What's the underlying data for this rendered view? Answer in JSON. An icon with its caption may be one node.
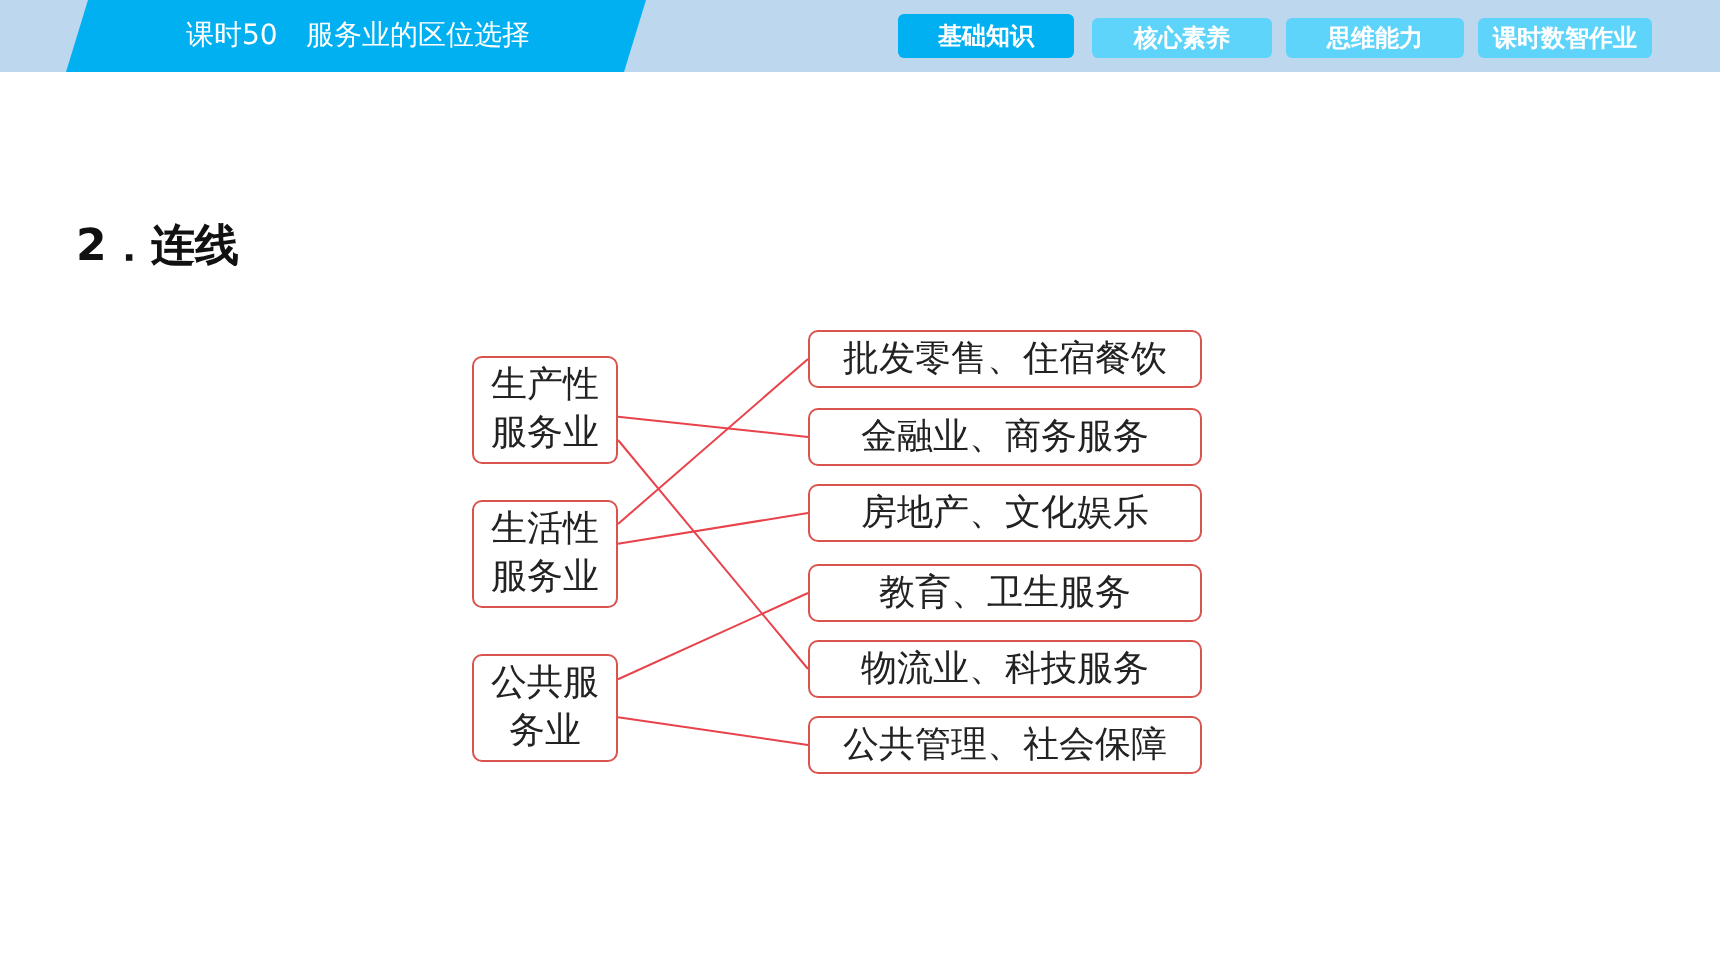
{
  "diagram": {
    "title": "2．连线",
    "nodes": [
      {
        "text": [
          "生产性服务业"
        ]
      },
      {
        "text": [
          "生活性服务业"
        ]
      },
      {
        "text": [
          "公共服务业"
        ]
      },
      {
        "text": [
          "批发零售、住宿餐饮"
        ]
      },
      {
        "text": [
          "金融业、商务服务"
        ]
      },
      {
        "text": [
          "房地产、文化娱乐"
        ]
      },
      {
        "text": [
          "教育、卫生服务"
        ]
      },
      {
        "text": [
          "物流业、科技服务"
        ]
      },
      {
        "text": [
          "公共管理、社会保障"
        ]
      }
    ],
    "edges": [
      {
        "from": 0,
        "to": 4,
        "arrow": "none"
      },
      {
        "from": 0,
        "to": 7,
        "arrow": "none"
      },
      {
        "from": 1,
        "to": 3,
        "arrow": "none"
      },
      {
        "from": 1,
        "to": 5,
        "arrow": "none"
      },
      {
        "from": 2,
        "to": 6,
        "arrow": "none"
      },
      {
        "from": 2,
        "to": 8,
        "arrow": "none"
      }
    ],
    "labels": [
      "课时50　服务业的区位选择",
      "基础知识",
      "核心素养",
      "思维能力",
      "课时数智作业"
    ]
  }
}
